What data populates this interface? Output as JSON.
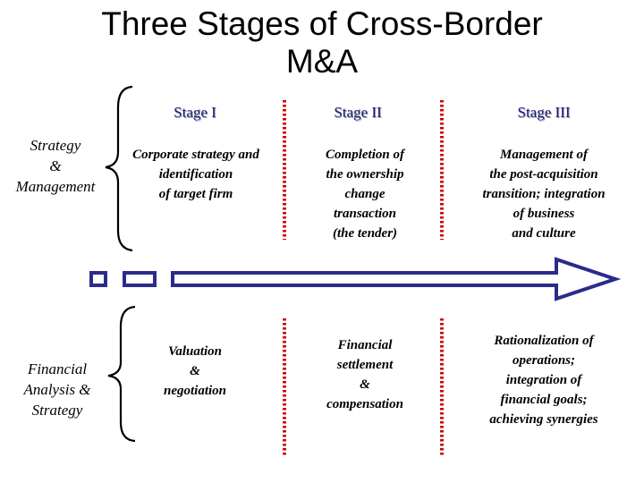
{
  "title": {
    "line1": "Three Stages of Cross-Border",
    "line2": "M&A"
  },
  "stages": [
    "Stage I",
    "Stage II",
    "Stage III"
  ],
  "rows": [
    {
      "label": [
        "Strategy",
        "&",
        "Management"
      ],
      "cells": [
        [
          "Corporate strategy and",
          "identification",
          "of target firm"
        ],
        [
          "Completion of",
          "the ownership",
          "change",
          "transaction",
          "(the tender)"
        ],
        [
          "Management of",
          "the post-acquisition",
          "transition; integration",
          "of business",
          "and culture"
        ]
      ]
    },
    {
      "label": [
        "Financial",
        "Analysis &",
        "Strategy"
      ],
      "cells": [
        [
          "Valuation",
          "&",
          "negotiation"
        ],
        [
          "Financial",
          "settlement",
          "&",
          "compensation"
        ],
        [
          "Rationalization of",
          "operations;",
          "integration of",
          "financial goals;",
          "achieving synergies"
        ]
      ]
    }
  ],
  "colors": {
    "arrow": "#2b2b8c",
    "divider": "#cc0000",
    "stage_text": "#1a1a80"
  }
}
